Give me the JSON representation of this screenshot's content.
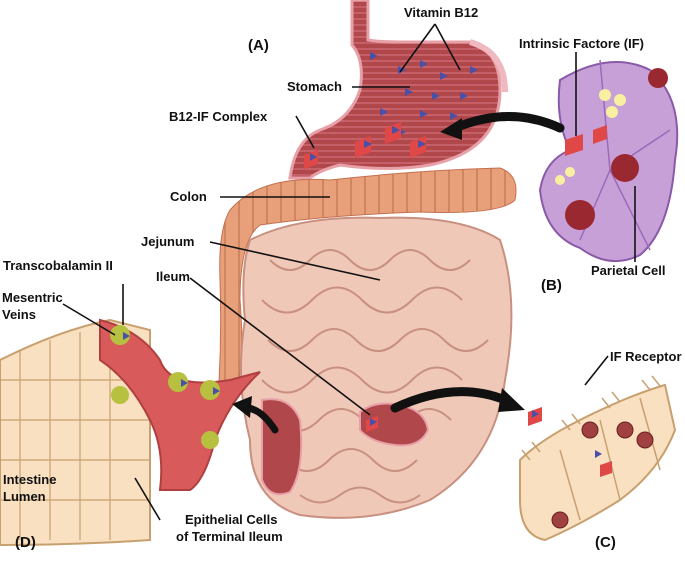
{
  "labels": {
    "panel_a": "(A)",
    "panel_b": "(B)",
    "panel_c": "(C)",
    "panel_d": "(D)",
    "vitamin_b12": "Vitamin B12",
    "intrinsic_factor": "Intrinsic Factore (IF)",
    "stomach": "Stomach",
    "b12_if_complex": "B12-IF Complex",
    "colon": "Colon",
    "jejunum": "Jejunum",
    "transcobalamin": "Transcobalamin II",
    "ileum": "Ileum",
    "mesentric_veins_1": "Mesentric",
    "mesentric_veins_2": "Veins",
    "parietal_cell": "Parietal Cell",
    "if_receptor": "IF Receptor",
    "intestine_lumen_1": "Intestine",
    "intestine_lumen_2": "Lumen",
    "epithelial_1": "Epithelial Cells",
    "epithelial_2": "of Terminal Ileum"
  },
  "colors": {
    "stomach": "#b0474a",
    "stomach_light": "#e8a0a8",
    "colon": "#e8a07a",
    "small_intestine": "#f0c8b8",
    "parietal": "#c8a0d8",
    "epithelial": "#f8e0c0",
    "b12_triangle": "#4a50a8",
    "if_shape": "#e04848",
    "transcobalamin": "#b8c040",
    "vein": "#d85a5a"
  }
}
